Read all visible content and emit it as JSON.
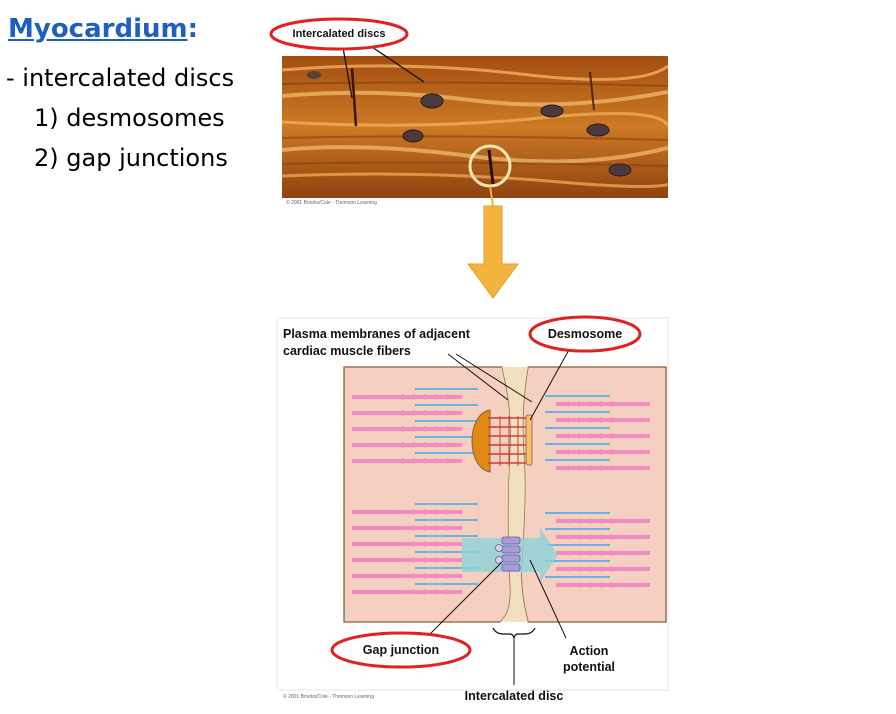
{
  "slide": {
    "title": "Myocardium",
    "title_suffix": ":",
    "bullet_main": "- intercalated discs",
    "bullet_1": "1) desmosomes",
    "bullet_2": "2) gap junctions"
  },
  "micrograph": {
    "callout": "Intercalated discs",
    "credit": "© 2001 Brooks/Cole - Thomson Learning"
  },
  "diagram": {
    "membranes_line1": "Plasma membranes of adjacent",
    "membranes_line2": "cardiac muscle fibers",
    "desmosome": "Desmosome",
    "gap_junction": "Gap junction",
    "action_line1": "Action",
    "action_line2": "potential",
    "intercalated_disc": "Intercalated disc",
    "credit": "© 2001 Brooks/Cole - Thomson Learning"
  },
  "colors": {
    "title_blue": "#1f5fbf",
    "callout_red": "#e0211f",
    "arrow_gold": "#f2b43c",
    "cell_pink": "#f5cfc0",
    "filament_pink": "#f08cc0",
    "filament_blue": "#3aaee8",
    "desmosome_orange": "#e08a14",
    "gap_purple": "#a99bd6",
    "action_teal": "#8fd2d8"
  }
}
